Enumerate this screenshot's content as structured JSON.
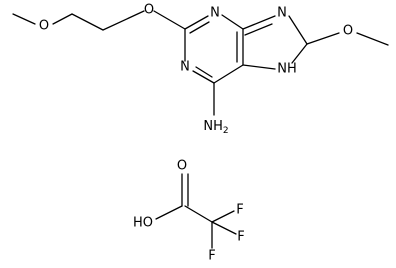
{
  "structure": {
    "labels": {
      "o_methoxyethyl_ether": "O",
      "o_ether_c2": "O",
      "n3": "N",
      "n1": "N",
      "n7": "N",
      "o_methoxy_c8": "O",
      "nh9": "NH",
      "nh2": "NH",
      "nh2_sub": "2"
    }
  },
  "counterion": {
    "labels": {
      "o_carbonyl": "O",
      "ho": "HO",
      "f_top": "F",
      "f_right": "F",
      "f_bottom": "F"
    }
  }
}
